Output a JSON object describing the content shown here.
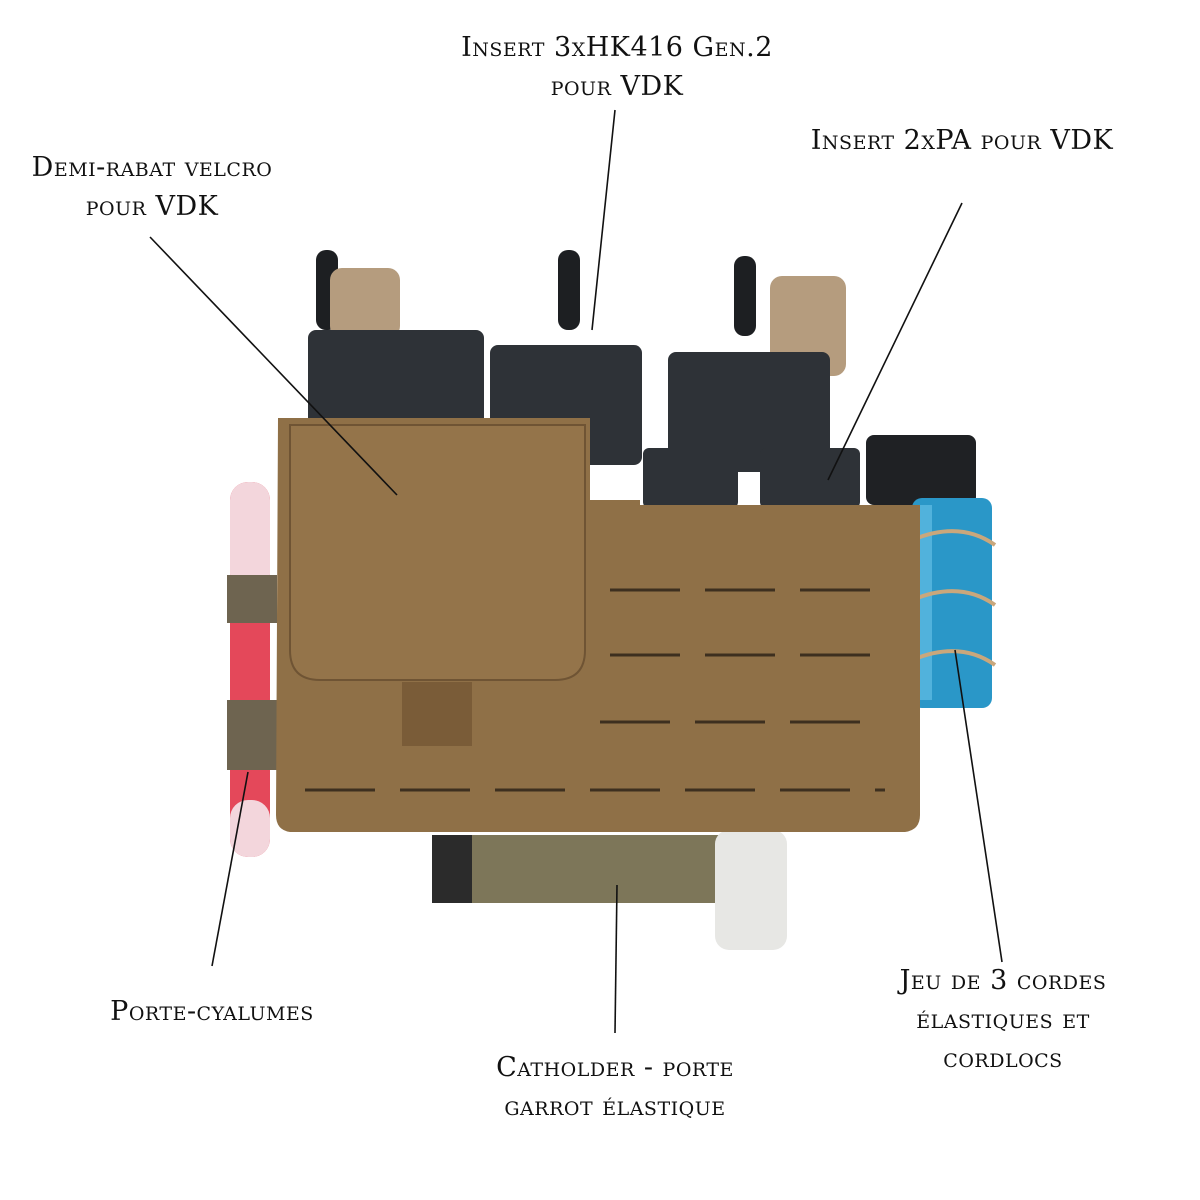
{
  "labels": {
    "insert_hk416": {
      "line1": "Insert 3xHK416 Gen.2",
      "line2": "pour VDK"
    },
    "insert_pa": {
      "line1": "Insert 2xPA pour VDK"
    },
    "demi_rabat": {
      "line1": "Demi-rabat velcro",
      "line2": "pour VDK"
    },
    "porte_cyalumes": {
      "line1": "Porte-cyalumes"
    },
    "catholder": {
      "line1": "Catholder - porte",
      "line2": "garrot élastique"
    },
    "cordes": {
      "line1": "Jeu de 3 cordes",
      "line2": "élastiques et",
      "line3": "cordlocs"
    }
  },
  "colors": {
    "coyote": "#8f7047",
    "magazine": "#2e3237",
    "cyalume": "#e4485a",
    "grenade": "#2a97c8"
  }
}
